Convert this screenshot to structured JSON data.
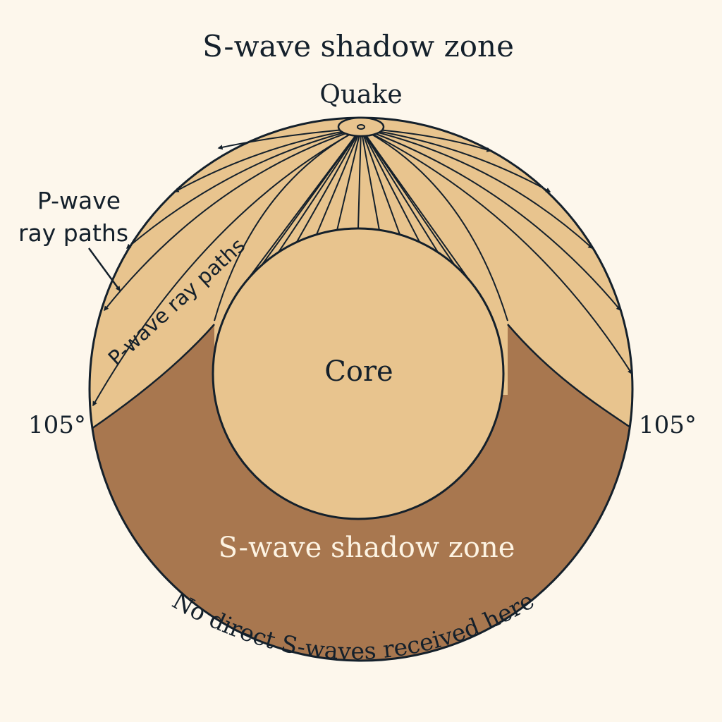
{
  "diagram": {
    "title": "S-wave shadow zone",
    "quake_label": "Quake",
    "core_label": "Core",
    "shadow_zone_label": "S-wave shadow zone",
    "left_angle_label": "105°",
    "right_angle_label": "105°",
    "callout_label_line1": "P-wave",
    "callout_label_line2": "ray paths",
    "ray_band_label": "P-wave ray paths",
    "bottom_note": "No direct S-waves received here"
  },
  "colors": {
    "background": "#fdf7ec",
    "outer_layer": "#e8c48e",
    "shadow_zone": "#a8774f",
    "core": "#e8c48e",
    "ink": "#14202b",
    "shadow_text": "#fdf3e2"
  }
}
